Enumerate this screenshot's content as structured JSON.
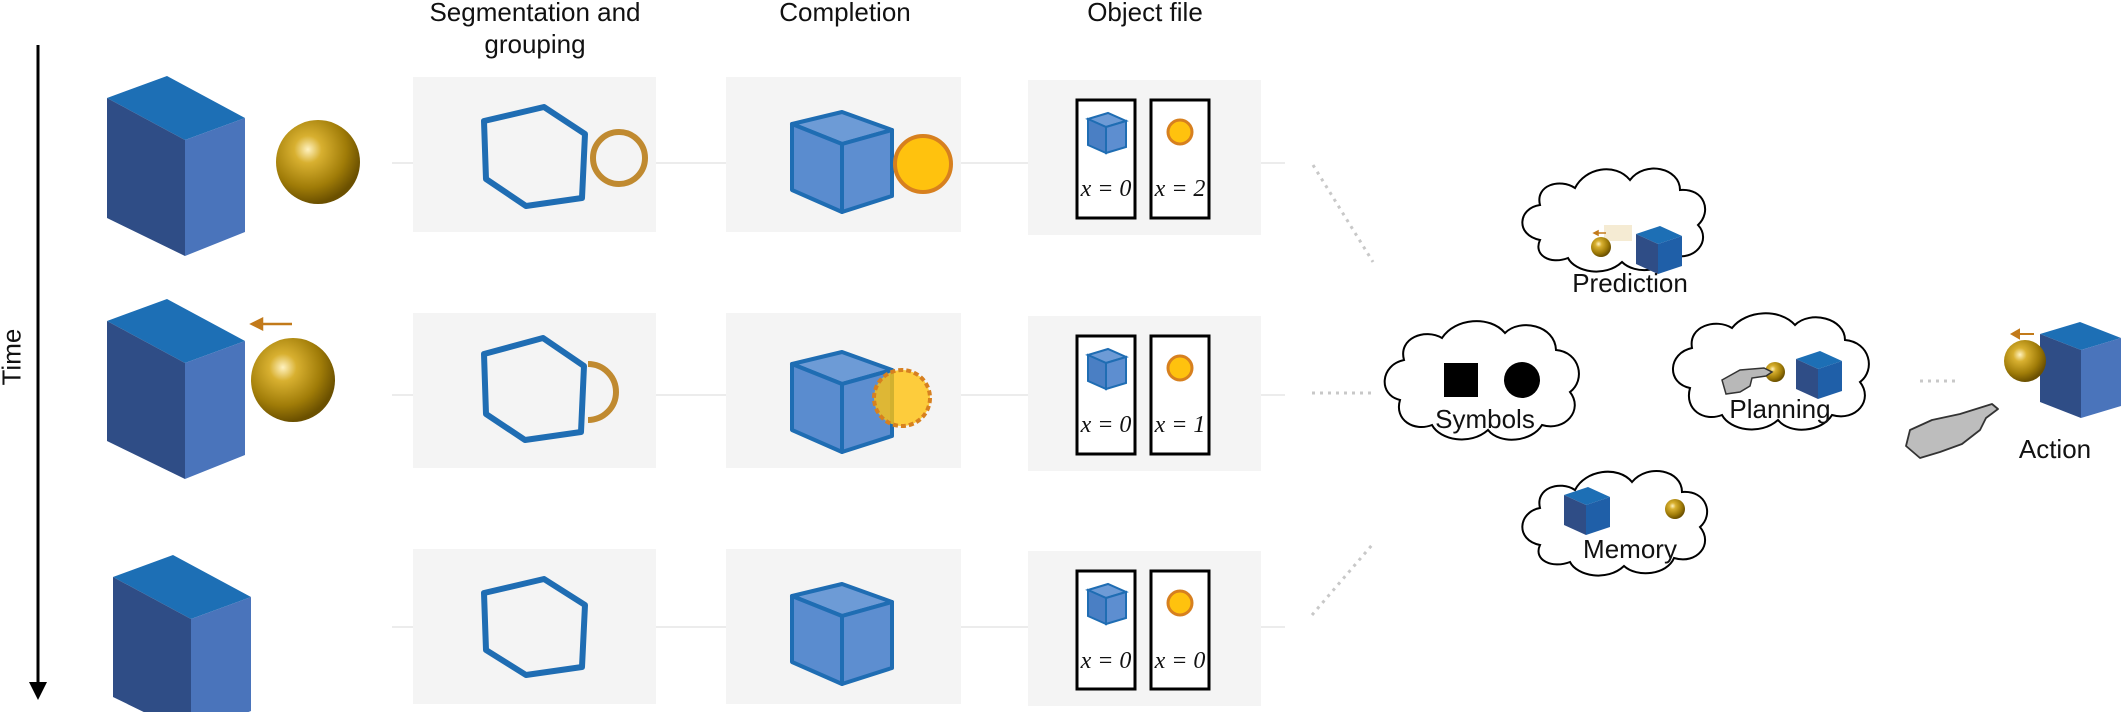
{
  "headers": {
    "segmentation": "Segmentation and grouping",
    "completion": "Completion",
    "object_file": "Object file"
  },
  "time_axis": {
    "label": "Time"
  },
  "rows": [
    {
      "cube_x": "x = 0",
      "sphere_x": "x = 2"
    },
    {
      "cube_x": "x = 0",
      "sphere_x": "x = 1"
    },
    {
      "cube_x": "x = 0",
      "sphere_x": "x = 0"
    }
  ],
  "clouds": {
    "symbols": "Symbols",
    "prediction": "Prediction",
    "planning": "Planning",
    "memory": "Memory"
  },
  "action": {
    "label": "Action"
  },
  "colors": {
    "cube_top": "#1d6fb5",
    "cube_front": "#4a74bb",
    "cube_side": "#2f4d86",
    "outline_blue": "#1f6db3",
    "ring_gold": "#c08a30",
    "sphere_gold": "#b08a10",
    "dot_yellow": "#ffc20e",
    "panel_bg": "#f4f4f4"
  }
}
